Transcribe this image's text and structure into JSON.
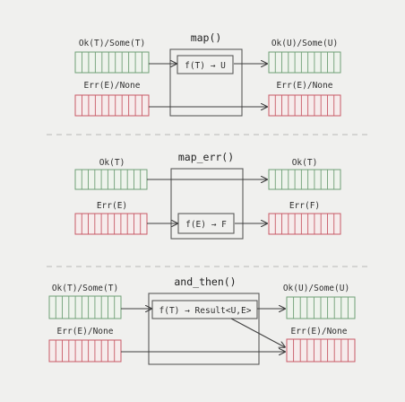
{
  "colors": {
    "background": "#f0f0ee",
    "ok_stroke": "#6f9f76",
    "ok_fill": "#eef3ec",
    "err_stroke": "#c85a66",
    "err_fill": "#f6ecec"
  },
  "sections": [
    {
      "title": "map()",
      "in_ok": "Ok(T)/Some(T)",
      "in_err": "Err(E)/None",
      "fn": "f(T) → U",
      "out_ok": "Ok(U)/Some(U)",
      "out_err": "Err(E)/None"
    },
    {
      "title": "map_err()",
      "in_ok": "Ok(T)",
      "in_err": "Err(E)",
      "fn": "f(E) → F",
      "out_ok": "Ok(T)",
      "out_err": "Err(F)"
    },
    {
      "title": "and_then()",
      "in_ok": "Ok(T)/Some(T)",
      "in_err": "Err(E)/None",
      "fn": "f(T) → Result<U,E>",
      "out_ok": "Ok(U)/Some(U)",
      "out_err": "Err(E)/None"
    }
  ]
}
